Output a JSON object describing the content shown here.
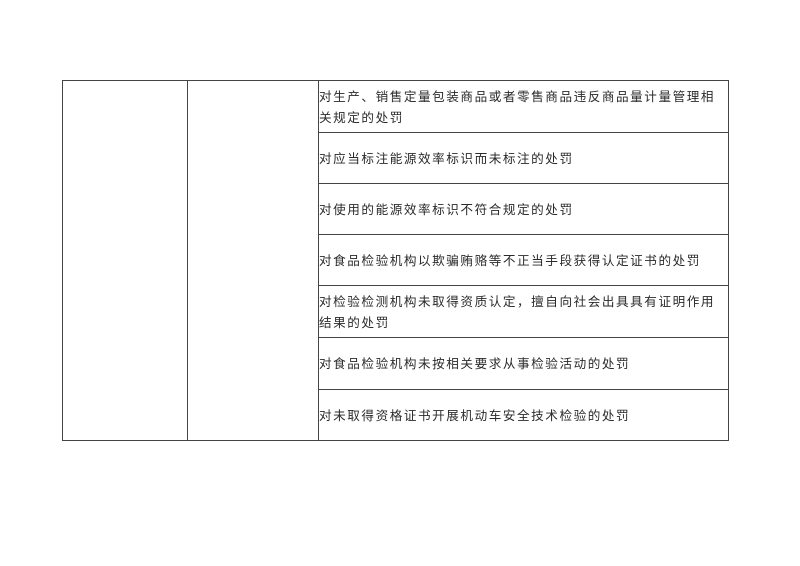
{
  "document": {
    "table": {
      "column_a_value": "",
      "column_b_value": "",
      "items": [
        "对生产、销售定量包装商品或者零售商品违反商品量计量管理相关规定的处罚",
        "对应当标注能源效率标识而未标注的处罚",
        "对使用的能源效率标识不符合规定的处罚",
        "对食品检验机构以欺骗贿赂等不正当手段获得认定证书的处罚",
        "对检验检测机构未取得资质认定，擅自向社会出具具有证明作用结果的处罚",
        "对食品检验机构未按相关要求从事检验活动的处罚",
        "对未取得资格证书开展机动车安全技术检验的处罚"
      ]
    }
  }
}
